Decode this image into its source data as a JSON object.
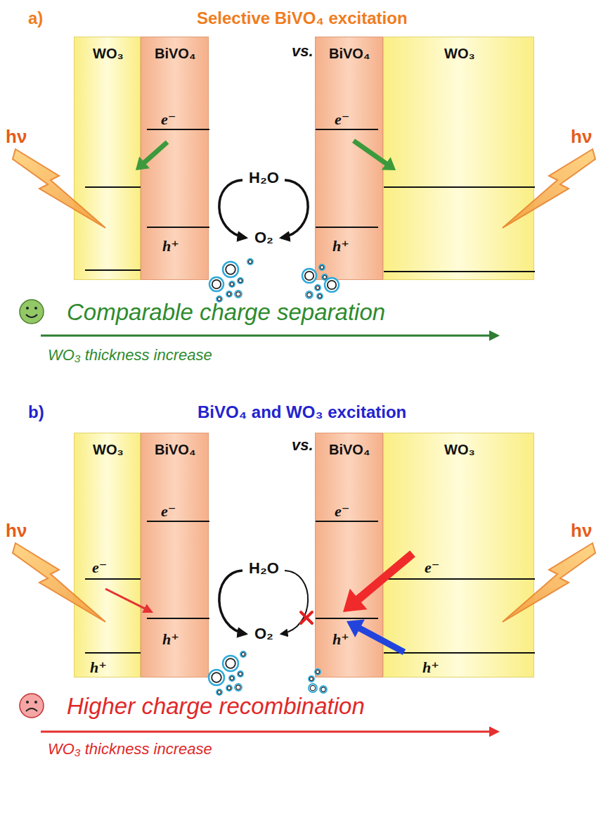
{
  "diagram": {
    "nodes": [
      {
        "text": [
          "WO₃"
        ]
      },
      {
        "text": [
          "BiVO₄",
          "e⁻",
          "h⁺"
        ]
      },
      {
        "text": [
          "BiVO₄",
          "e⁻",
          "h⁺"
        ]
      },
      {
        "text": [
          "WO₃"
        ]
      },
      {
        "text": [
          "WO₃",
          "e⁻",
          "h⁺"
        ]
      },
      {
        "text": [
          "BiVO₄",
          "e⁻",
          "h⁺"
        ]
      },
      {
        "text": [
          "BiVO₄",
          "e⁻",
          "h⁺"
        ]
      },
      {
        "text": [
          "WO₃",
          "e⁻",
          "h⁺"
        ]
      }
    ],
    "edges": [
      {
        "from": 1,
        "to": 0,
        "arrow": "to"
      },
      {
        "from": 2,
        "to": 3,
        "arrow": "to"
      },
      {
        "from": 4,
        "to": 5,
        "arrow": "to"
      },
      {
        "from": 7,
        "to": 6,
        "arrow": "to"
      },
      {
        "from": 7,
        "to": 6,
        "arrow": "to"
      }
    ],
    "labels": [
      "a)",
      "Selective BiVO₄ excitation",
      "vs.",
      "hν",
      "hν",
      "H₂O",
      "O₂",
      "Comparable charge separation",
      "WO₃ thickness increase",
      "b)",
      "BiVO₄ and WO₃ excitation",
      "vs.",
      "hν",
      "hν",
      "H₂O",
      "O₂",
      "Higher charge recombination",
      "WO₃ thickness increase"
    ]
  }
}
